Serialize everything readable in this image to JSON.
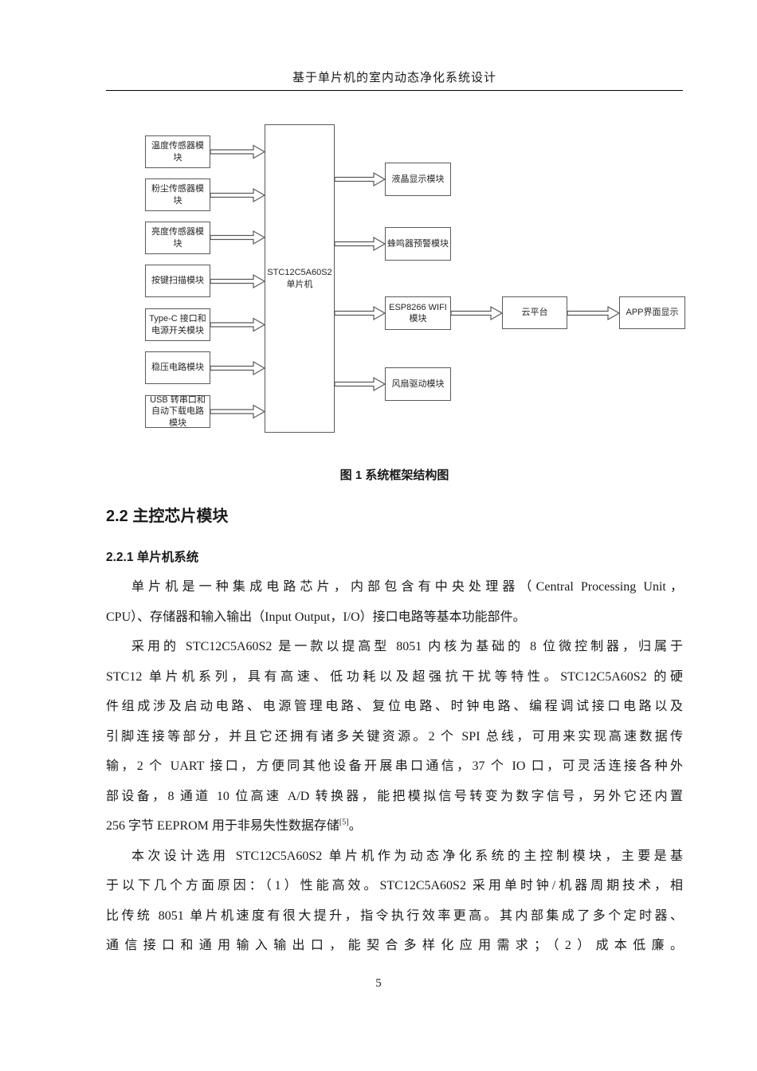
{
  "page": {
    "header_title": "基于单片机的室内动态净化系统设计",
    "page_number": "5"
  },
  "diagram": {
    "caption": "图 1 系统框架结构图",
    "mcu_label": "STC12C5A60S2 单片机",
    "left_modules": [
      "温度传感器模块",
      "粉尘传感器模块",
      "亮度传感器模块",
      "按键扫描模块",
      "Type-C 接口和电源开关模块",
      "稳压电路模块",
      "USB 转串口和自动下载电路模块"
    ],
    "right_modules": [
      "液晶显示模块",
      "蜂鸣器预警模块",
      "ESP8266 WIFI 模块",
      "风扇驱动模块"
    ],
    "cloud_label": "云平台",
    "app_label": "APP界面显示"
  },
  "sections": {
    "h2": "2.2 主控芯片模块",
    "h3": "2.2.1 单片机系统"
  },
  "body": {
    "p1": {
      "l1": "单片机是一种集成电路芯片，内部包含有中央处理器（Central Processing Unit，",
      "l2": "CPU）、存储器和输入输出（Input Output，I/O）接口电路等基本功能部件。"
    },
    "p2": {
      "l1": "采用的 STC12C5A60S2 是一款以提高型 8051 内核为基础的 8 位微控制器，归属于",
      "l2": "STC12 单片机系列，具有高速、低功耗以及超强抗干扰等特性。STC12C5A60S2 的硬",
      "l3": "件组成涉及启动电路、电源管理电路、复位电路、时钟电路、编程调试接口电路以及",
      "l4": "引脚连接等部分，并且它还拥有诸多关键资源。2 个 SPI 总线，可用来实现高速数据传",
      "l5": "输，2 个 UART 接口，方便同其他设备开展串口通信，37 个 IO 口，可灵活连接各种外",
      "l6": "部设备，8 通道 10 位高速 A/D 转换器，能把模拟信号转变为数字信号，另外它还内置",
      "l7_pre": "256 字节 EEPROM 用于非易失性数据存储",
      "l7_sup": "[5]",
      "l7_post": "。"
    },
    "p3": {
      "l1": "本次设计选用 STC12C5A60S2 单片机作为动态净化系统的主控制模块，主要是基",
      "l2": "于以下几个方面原因：（1）性能高效。STC12C5A60S2 采用单时钟/机器周期技术，相",
      "l3": "比传统 8051 单片机速度有很大提升，指令执行效率更高。其内部集成了多个定时器、",
      "l4": "通信接口和通用输入输出口，能契合多样化应用需求；（2）成本低廉。"
    }
  }
}
